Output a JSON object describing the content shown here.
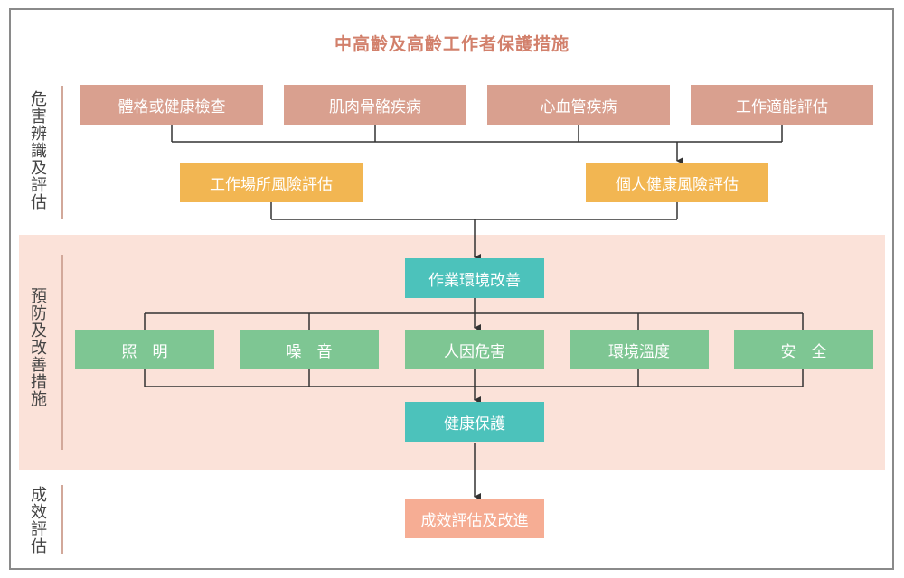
{
  "title": "中高齡及高齡工作者保護措施",
  "sections": {
    "hazard": "危害辨識及評估",
    "prevention": "預防及改善措施",
    "outcome": "成效評估"
  },
  "hazard_items": [
    "體格或健康檢查",
    "肌肉骨骼疾病",
    "心血管疾病",
    "工作適能評估"
  ],
  "assessments": {
    "workplace": "工作場所風險評估",
    "personal": "個人健康風險評估"
  },
  "work_env": "作業環境改善",
  "measures": [
    "照　明",
    "噪　音",
    "人因危害",
    "環境溫度",
    "安　全"
  ],
  "health_protection": "健康保護",
  "evaluation": "成效評估及改進",
  "colors": {
    "title": "#d2806b",
    "hazard_box": "#d9a08f",
    "assessment_box": "#f2b652",
    "teal_box": "#4cc2bb",
    "green_box": "#7ec693",
    "final_box": "#f6ad94",
    "band": "#fbe2d9"
  }
}
